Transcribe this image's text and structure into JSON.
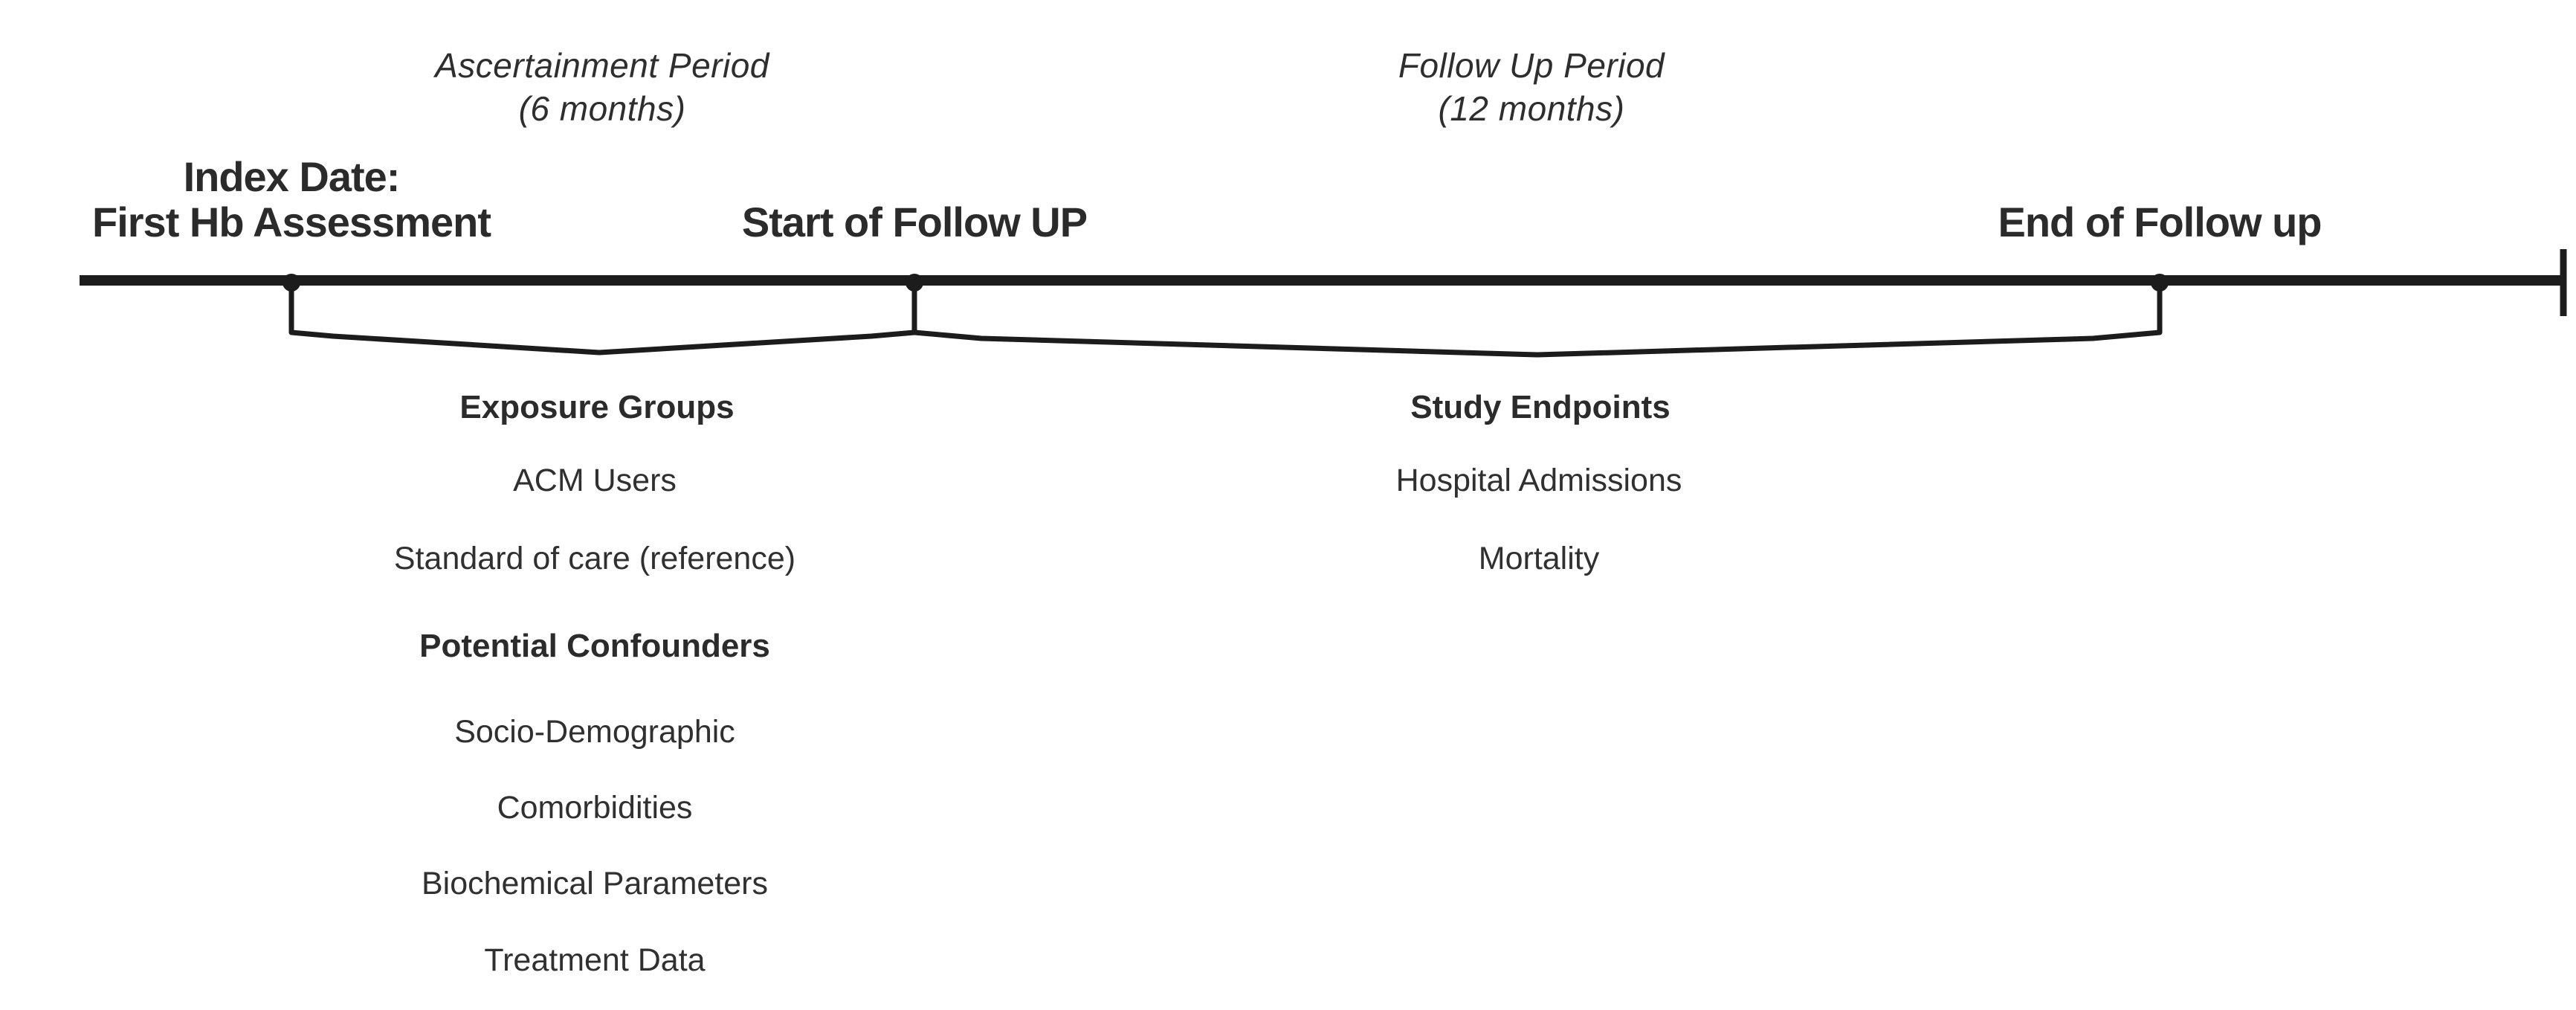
{
  "periods": {
    "ascertainment": {
      "title": "Ascertainment Period",
      "duration": "(6 months)"
    },
    "follow_up": {
      "title": "Follow Up Period",
      "duration": "(12 months)"
    }
  },
  "milestones": {
    "index_date": {
      "line1": "Index Date:",
      "line2": "First Hb Assessment"
    },
    "start_follow_up": "Start of Follow UP",
    "end_follow_up": "End of Follow up"
  },
  "sections": {
    "exposure": {
      "heading": "Exposure Groups",
      "items": [
        "ACM Users",
        "Standard of care (reference)"
      ]
    },
    "confounders": {
      "heading": "Potential Confounders",
      "items": [
        "Socio-Demographic",
        "Comorbidities",
        "Biochemical Parameters",
        "Treatment Data"
      ]
    },
    "endpoints": {
      "heading": "Study Endpoints",
      "items": [
        "Hospital Admissions",
        "Mortality"
      ]
    }
  },
  "colors": {
    "ink": "#1c1c1c",
    "text": "#262626"
  }
}
